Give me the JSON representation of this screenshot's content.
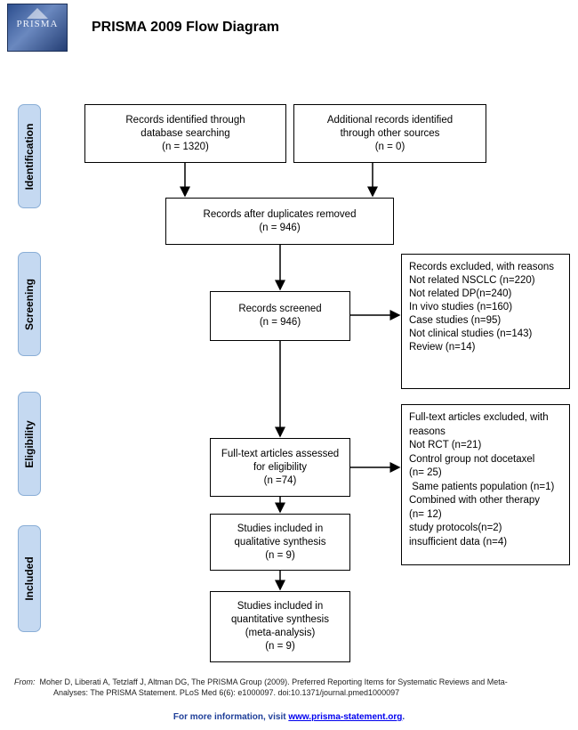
{
  "header": {
    "logo_text": "PRISMA",
    "title": "PRISMA 2009 Flow Diagram"
  },
  "stages": {
    "identification": "Identification",
    "screening": "Screening",
    "eligibility": "Eligibility",
    "included": "Included"
  },
  "boxes": {
    "database": [
      "Records identified through",
      "database searching",
      "(n = 1320)"
    ],
    "other_sources": [
      "Additional records identified",
      "through other sources",
      "(n = 0)"
    ],
    "duplicates": [
      "Records after duplicates removed",
      "(n = 946)"
    ],
    "screened": [
      "Records screened",
      "(n = 946)"
    ],
    "excluded": [
      "Records excluded, with reasons",
      "Not related NSCLC (n=220)",
      "Not related DP(n=240)",
      "In vivo studies (n=160)",
      "Case studies (n=95)",
      "Not clinical studies (n=143)",
      "Review (n=14)"
    ],
    "fulltext": [
      "Full-text articles assessed",
      "for eligibility",
      "(n =74)"
    ],
    "fulltext_excluded": [
      "Full-text articles excluded, with",
      "reasons",
      "Not RCT (n=21)",
      "Control group not docetaxel",
      "(n= 25)",
      " Same patients population (n=1)",
      "Combined with other therapy",
      "(n= 12)",
      "study protocols(n=2)",
      "insufficient data (n=4)"
    ],
    "qualitative": [
      "Studies included in",
      "qualitative synthesis",
      "(n = 9)"
    ],
    "quantitative": [
      "Studies included in",
      "quantitative synthesis",
      "(meta-analysis)",
      "(n = 9)"
    ]
  },
  "citation": {
    "lead": "From:",
    "line1": "Moher D, Liberati A, Tetzlaff J, Altman DG, The PRISMA Group (2009). Preferred Reporting Items for Systematic Reviews and Meta-",
    "line2": "Analyses: The PRISMA Statement. PLoS Med 6(6): e1000097. doi:10.1371/journal.pmed1000097"
  },
  "footer": {
    "text": "For more information, visit",
    "link": "www.prisma-statement.org",
    "end": "."
  }
}
